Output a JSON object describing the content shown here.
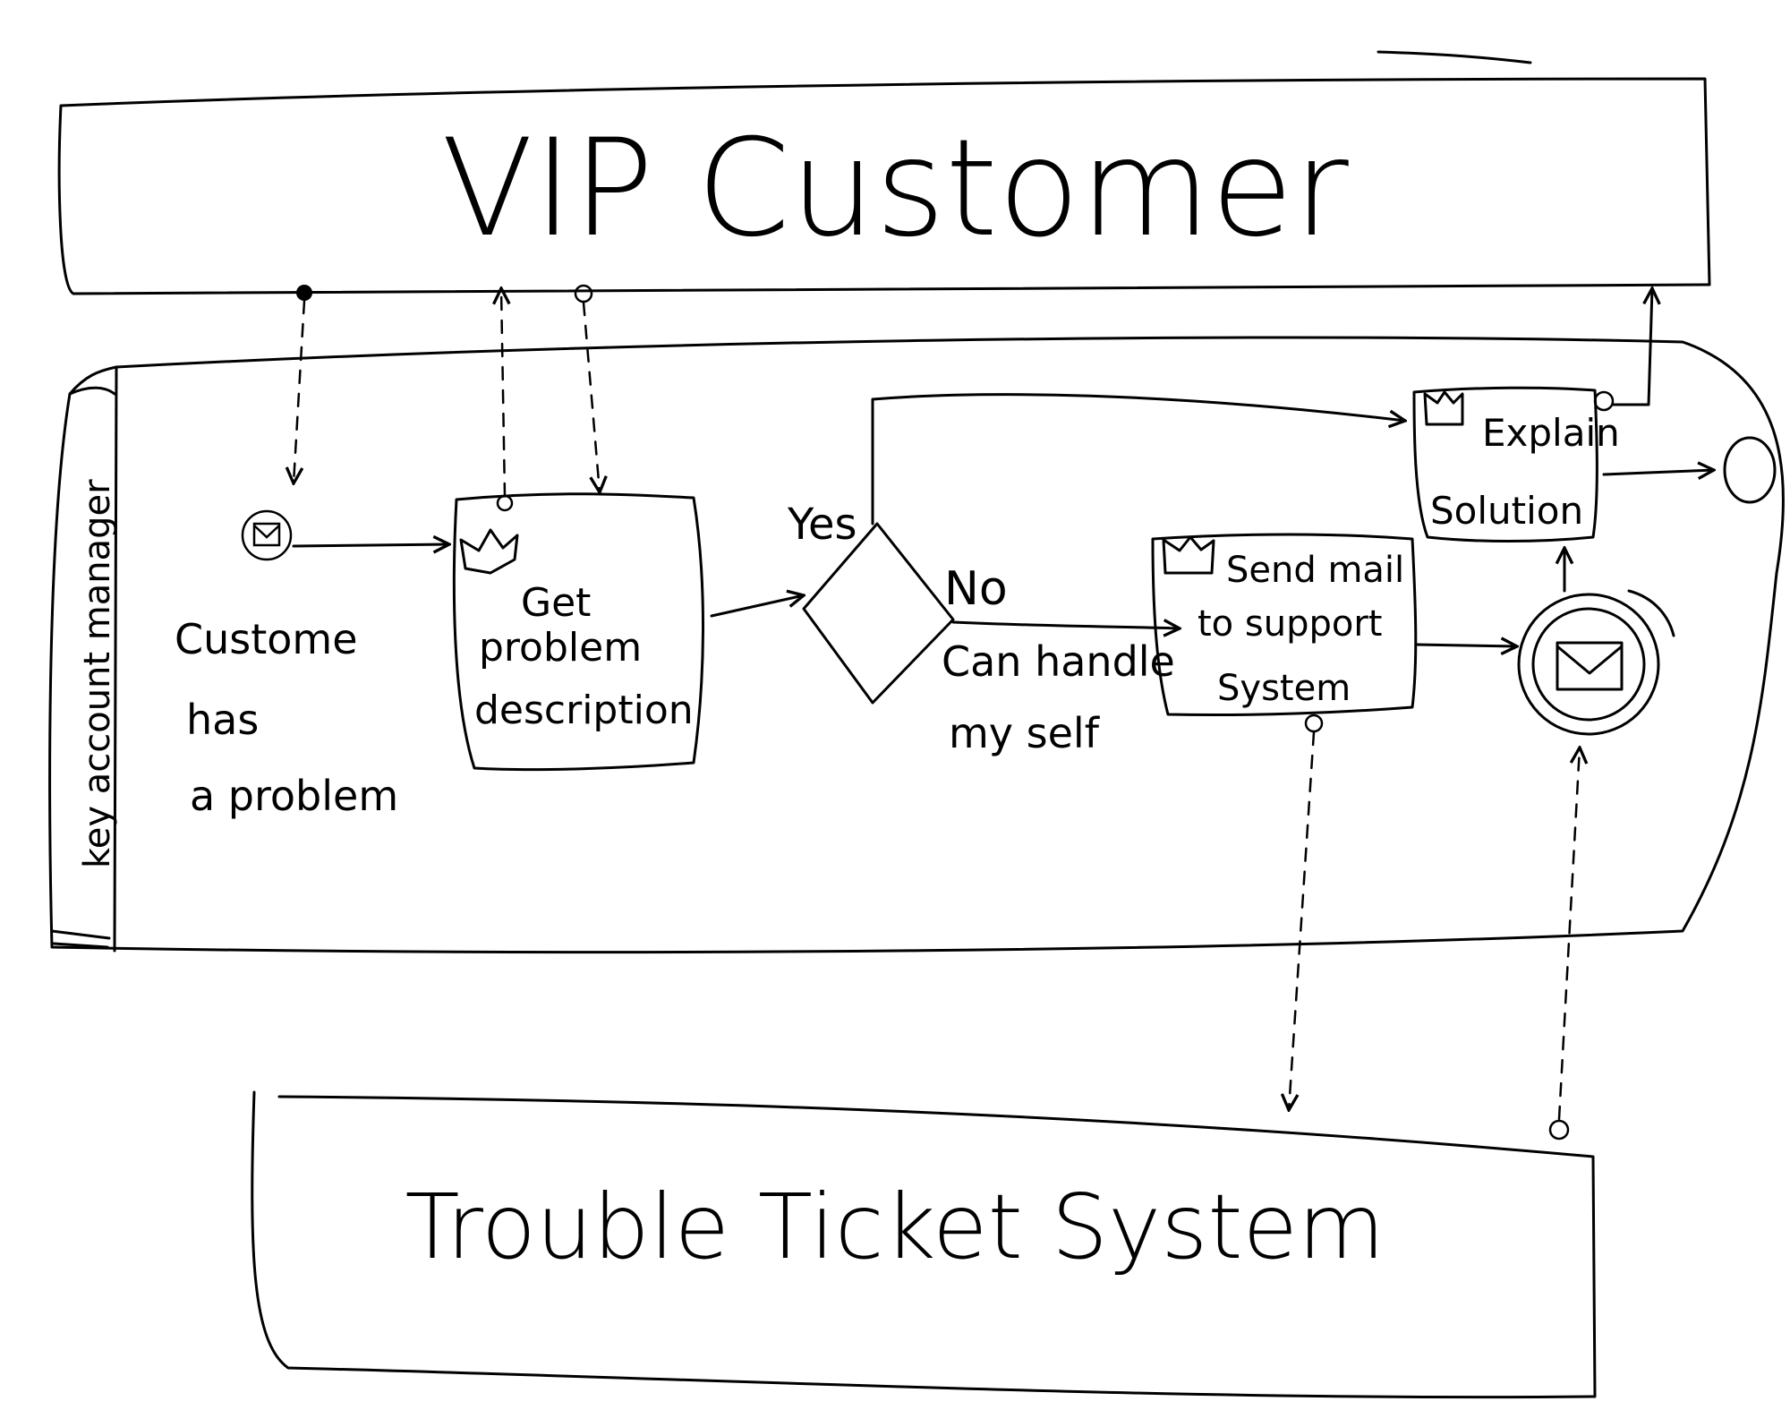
{
  "pools": {
    "top": {
      "label": "VIP Customer"
    },
    "middle": {
      "lane_label": "key account manager"
    },
    "bottom": {
      "label": "Trouble Ticket System"
    }
  },
  "start_event": {
    "label_lines": [
      "Custome",
      "has",
      "a problem"
    ]
  },
  "tasks": {
    "get_problem": {
      "label_lines": [
        "Get",
        "problem",
        "description"
      ]
    },
    "send_mail": {
      "label_lines": [
        "Send mail",
        "to support",
        "System"
      ]
    },
    "explain": {
      "label_lines": [
        "Explain",
        "Solution"
      ]
    }
  },
  "gateway": {
    "yes_label": "Yes",
    "no_label": "No",
    "no_condition_lines": [
      "Can handle",
      "my self"
    ]
  },
  "colors": {
    "ink": "#000000",
    "paper": "#ffffff"
  }
}
